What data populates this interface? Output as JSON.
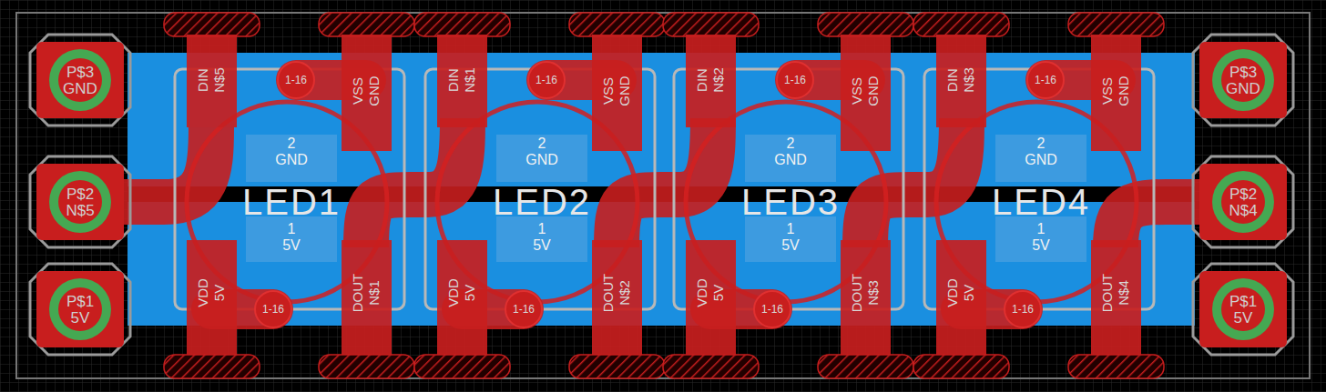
{
  "diagram": {
    "labels": [
      "P$3",
      "GND",
      "P$2",
      "N$5",
      "P$1",
      "5V",
      "DIN",
      "N$5",
      "VSS",
      "GND",
      "1-16",
      "2",
      "GND",
      "LED1",
      "1",
      "5V",
      "VDD",
      "5V",
      "DOUT",
      "N$1",
      "1-16",
      "DIN",
      "N$1",
      "VSS",
      "GND",
      "1-16",
      "2",
      "GND",
      "LED2",
      "1",
      "5V",
      "VDD",
      "5V",
      "DOUT",
      "N$2",
      "1-16",
      "DIN",
      "N$2",
      "VSS",
      "GND",
      "1-16",
      "2",
      "GND",
      "LED3",
      "1",
      "5V",
      "VDD",
      "5V",
      "DOUT",
      "N$3",
      "1-16",
      "DIN",
      "N$3",
      "VSS",
      "GND",
      "1-16",
      "2",
      "GND",
      "LED4",
      "1",
      "5V",
      "VDD",
      "5V",
      "DOUT",
      "N$4",
      "1-16",
      "P$3",
      "GND",
      "P$2",
      "N$4",
      "P$1",
      "5V"
    ]
  }
}
